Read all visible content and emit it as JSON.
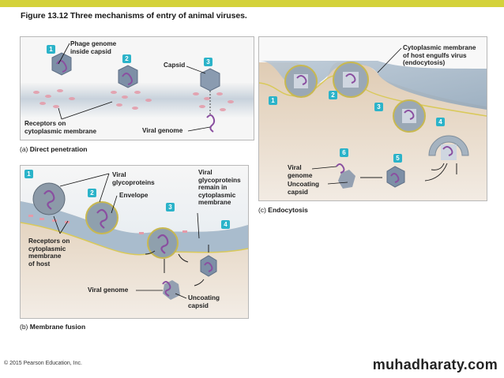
{
  "figure": {
    "title": "Figure 13.12  Three mechanisms of entry of animal viruses."
  },
  "panel_a": {
    "caption_letter": "(a)",
    "caption": "Direct penetration",
    "steps": [
      "1",
      "2",
      "3"
    ],
    "labels": {
      "phage_genome": "Phage genome inside capsid",
      "phage_genome_l1": "Phage genome",
      "phage_genome_l2": "inside capsid",
      "capsid": "Capsid",
      "receptors_l1": "Receptors on",
      "receptors_l2": "cytoplasmic membrane",
      "viral_genome": "Viral genome"
    }
  },
  "panel_b": {
    "caption_letter": "(b)",
    "caption": "Membrane fusion",
    "steps": [
      "1",
      "2",
      "3",
      "4"
    ],
    "labels": {
      "glyco_l1": "Viral",
      "glyco_l2": "glycoproteins",
      "envelope": "Envelope",
      "remain_l1": "Viral",
      "remain_l2": "glycoproteins",
      "remain_l3": "remain in",
      "remain_l4": "cytoplasmic",
      "remain_l5": "membrane",
      "receptors_l1": "Receptors on",
      "receptors_l2": "cytoplasmic",
      "receptors_l3": "membrane",
      "receptors_l4": "of host",
      "viral_genome": "Viral genome",
      "uncoating_l1": "Uncoating",
      "uncoating_l2": "capsid"
    }
  },
  "panel_c": {
    "caption_letter": "(c)",
    "caption": "Endocytosis",
    "steps": [
      "1",
      "2",
      "3",
      "4",
      "5",
      "6"
    ],
    "labels": {
      "engulf_l1": "Cytoplasmic membrane",
      "engulf_l2": "of host engulfs virus",
      "engulf_l3": "(endocytosis)",
      "viral_genome_l1": "Viral",
      "viral_genome_l2": "genome",
      "uncoating_l1": "Uncoating",
      "uncoating_l2": "capsid"
    }
  },
  "footer": {
    "copyright": "© 2015 Pearson Education, Inc.",
    "brand": "muhadharaty.com"
  },
  "colors": {
    "top_bar": "#d4d23a",
    "badge": "#2bb3c9",
    "cytoplasm": "#dcc6ab",
    "membrane": "#9fb4c6"
  }
}
